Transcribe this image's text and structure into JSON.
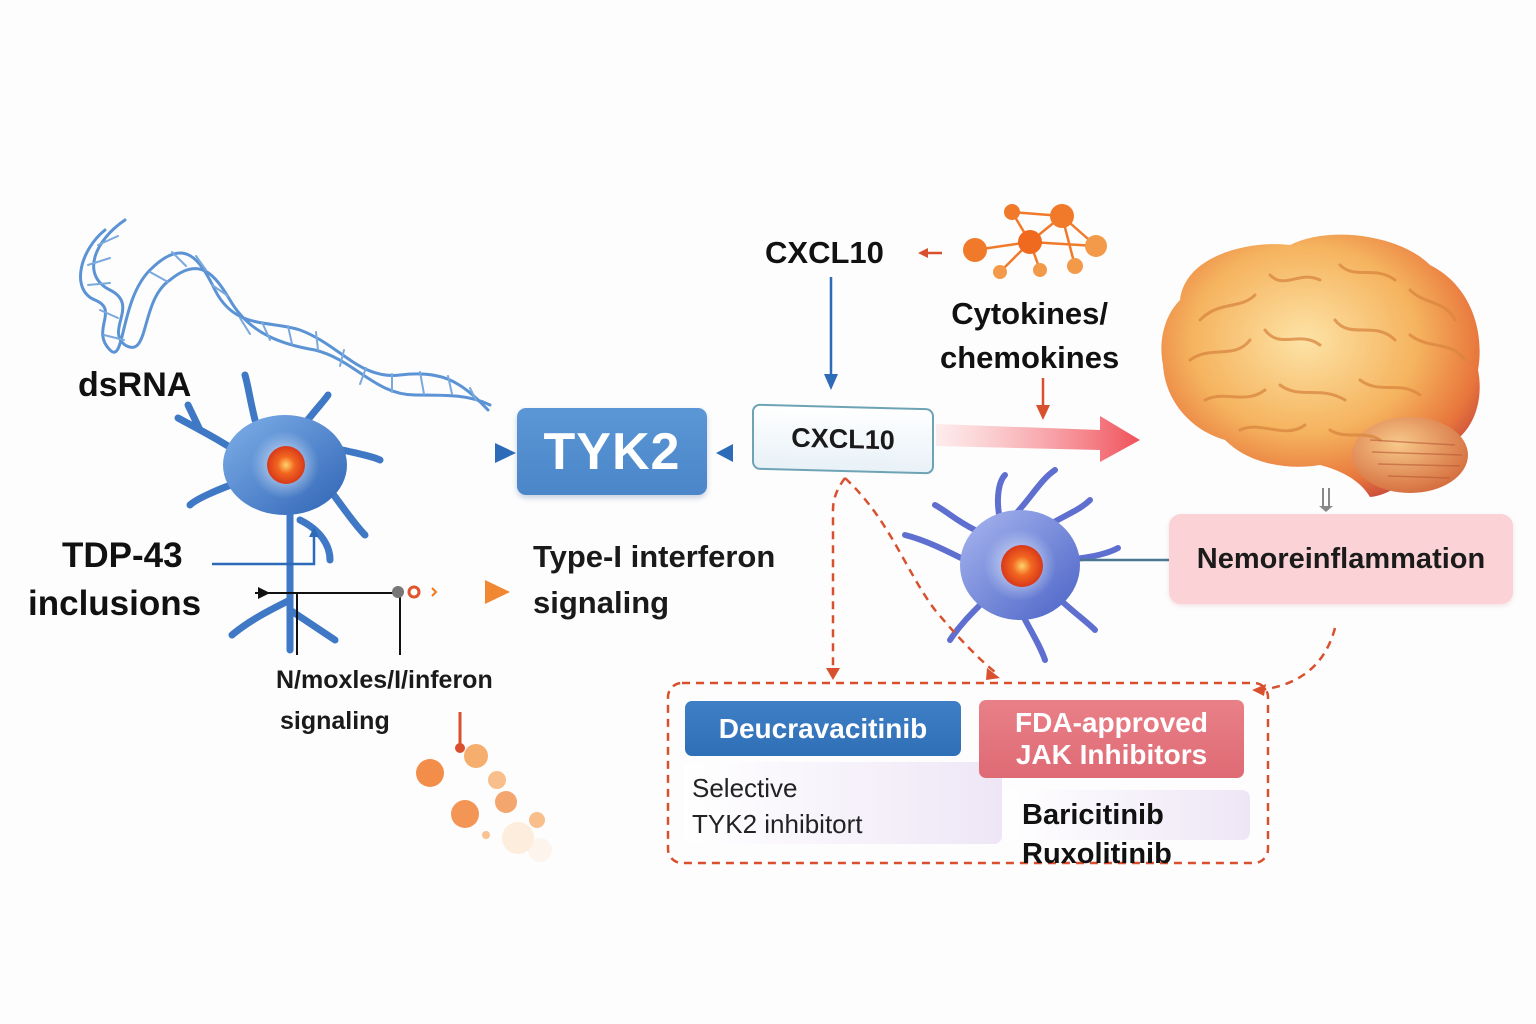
{
  "labels": {
    "dsrna": "dsRNA",
    "tdp43_line1": "TDP-43",
    "tdp43_line2": "inclusions",
    "tyk2": "TYK2",
    "cxcl10_top": "CXCL10",
    "cxcl10_box": "CXCL10",
    "cytokines_line1": "Cytokines/",
    "cytokines_line2": "chemokines",
    "type1_line1": "Type-I interferon",
    "type1_line2": "signaling",
    "nmox_line1": "N/moxles/I/inferon",
    "nmox_line2": "signaling",
    "neuroinflammation": "Nemoreinflammation"
  },
  "drugs": {
    "deucravacitinib": "Deucravacitinib",
    "selective_line1": "Selective",
    "selective_line2": "TYK2 inhibitort",
    "fda_line1": "FDA-approved",
    "fda_line2": "JAK Inhibitors",
    "baricitinib": "Baricitinib",
    "ruxolitinib": "Ruxolitinib"
  },
  "colors": {
    "tyk2_blue": "#4a86c8",
    "deucra_blue": "#2f6fb6",
    "fda_red": "#de6a74",
    "neuroinflam_pink": "#fbd3d6",
    "arrow_red": "#d9502f",
    "dna_blue": "#5b93d4",
    "neuron_blue": "#3f78c4",
    "orange": "#f07a2a"
  },
  "icons": [
    "dsrna-helix-icon",
    "neuron-icon",
    "microglia-icon",
    "brain-icon",
    "cytokine-network-icon",
    "cytokine-particles-icon"
  ]
}
